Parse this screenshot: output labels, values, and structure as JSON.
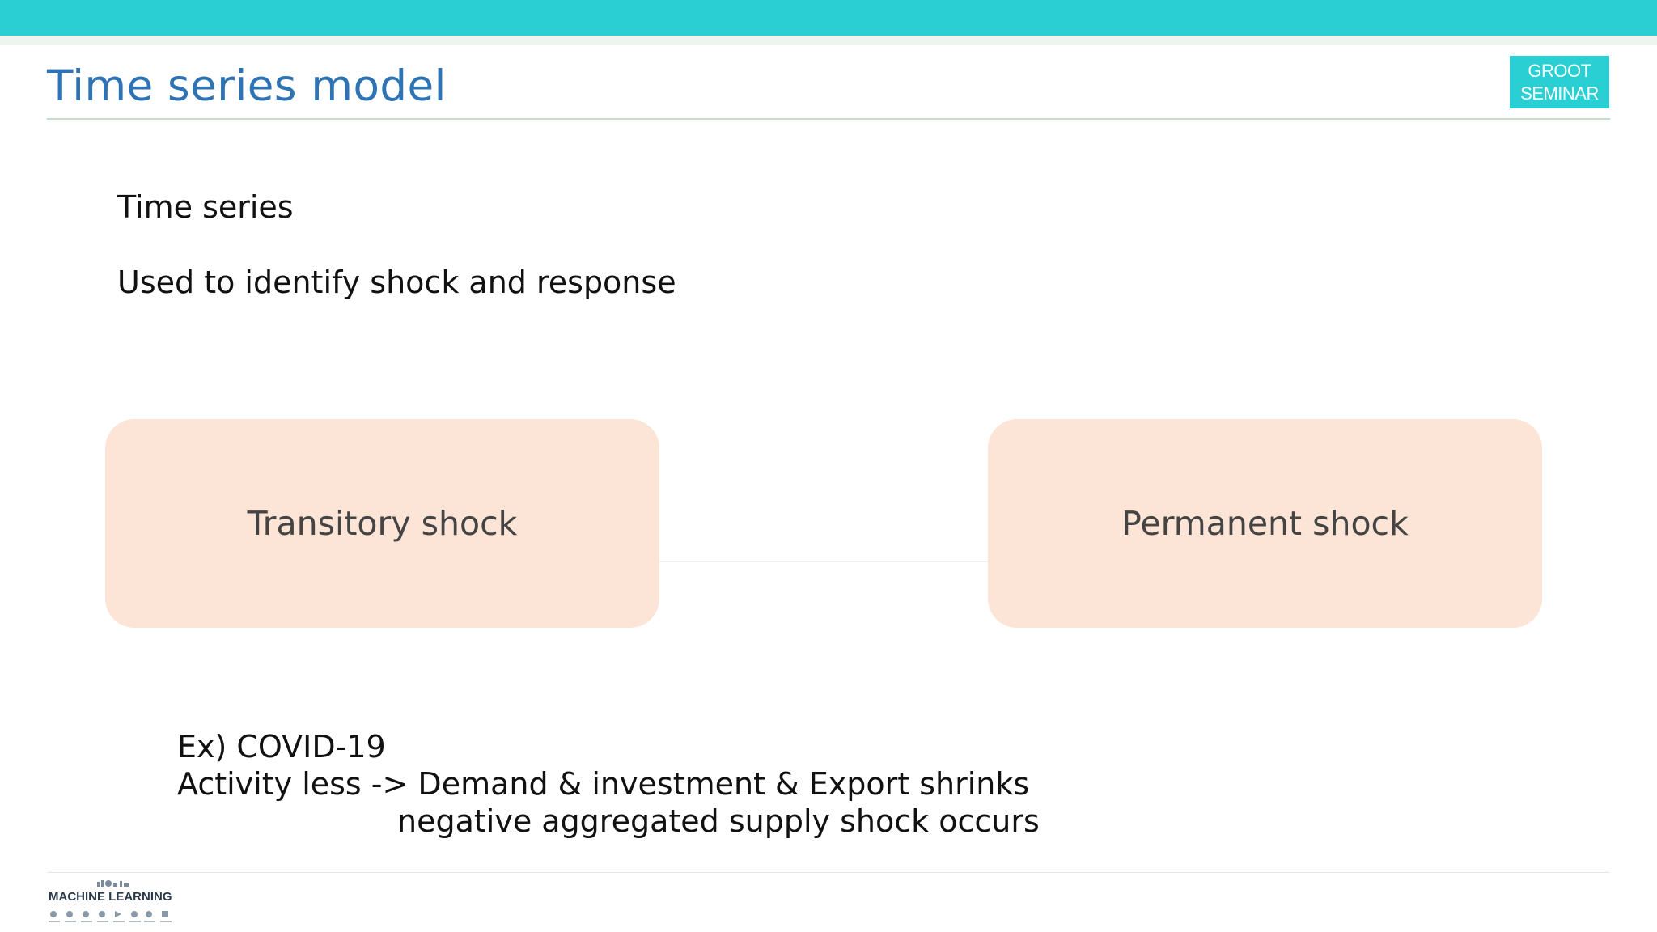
{
  "colors": {
    "accent_bar": "#29cfd2",
    "title": "#2e74b5",
    "badge_bg": "#29cfd2",
    "box_fill": "#fce4d6"
  },
  "header": {
    "title": "Time series model",
    "badge_line1": "GROOT",
    "badge_line2": "SEMINAR"
  },
  "body": {
    "line1": "Time series",
    "line2": "Used to identify shock and response"
  },
  "shocks": {
    "left": "Transitory shock",
    "right": "Permanent shock"
  },
  "example": {
    "line1": "Ex) COVID-19",
    "line2": "Activity less -> Demand & investment & Export shrinks",
    "line3": "negative aggregated supply shock occurs"
  },
  "footer": {
    "logo_text": "MACHINE LEARNING"
  }
}
